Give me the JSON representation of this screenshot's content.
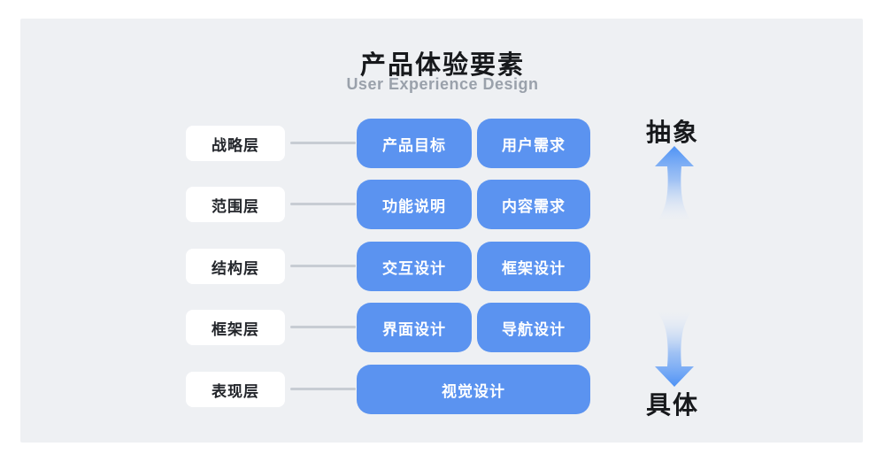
{
  "header": {
    "title": "产品体验要素",
    "subtitle": "User Experience Design"
  },
  "diagram": {
    "rows": [
      {
        "label": "战略层",
        "boxes": [
          "产品目标",
          "用户需求"
        ]
      },
      {
        "label": "范围层",
        "boxes": [
          "功能说明",
          "内容需求"
        ]
      },
      {
        "label": "结构层",
        "boxes": [
          "交互设计",
          "框架设计"
        ]
      },
      {
        "label": "框架层",
        "boxes": [
          "界面设计",
          "导航设计"
        ]
      },
      {
        "label": "表现层",
        "boxes": [
          "视觉设计"
        ]
      }
    ]
  },
  "axis": {
    "top_label": "抽象",
    "bottom_label": "具体"
  },
  "colors": {
    "card_bg": "#eef0f3",
    "box_blue": "#5b93f0",
    "connector_gray": "#c7ccd3",
    "subtitle_gray": "#9aa1ab",
    "arrow_blue": "#4e92f5",
    "text_dark": "#17191c"
  }
}
